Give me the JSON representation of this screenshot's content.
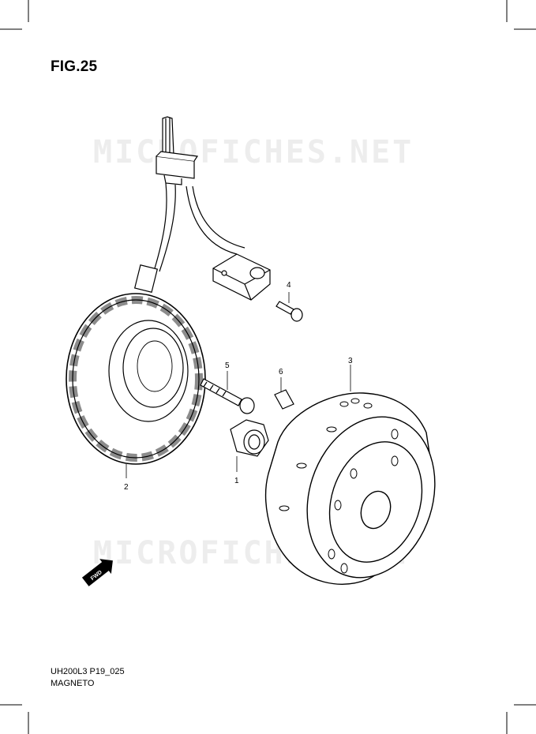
{
  "figure": {
    "title": "FIG.25",
    "code": "UH200L3 P19_025",
    "name": "MAGNETO"
  },
  "watermark": {
    "text": "MICROFICHES.NET"
  },
  "callouts": [
    {
      "number": "1",
      "part": "nut"
    },
    {
      "number": "2",
      "part": "stator"
    },
    {
      "number": "3",
      "part": "rotor"
    },
    {
      "number": "4",
      "part": "pickup-bolt"
    },
    {
      "number": "5",
      "part": "stator-bolt"
    },
    {
      "number": "6",
      "part": "key"
    }
  ],
  "fwd_marker": {
    "text": "FWD"
  }
}
